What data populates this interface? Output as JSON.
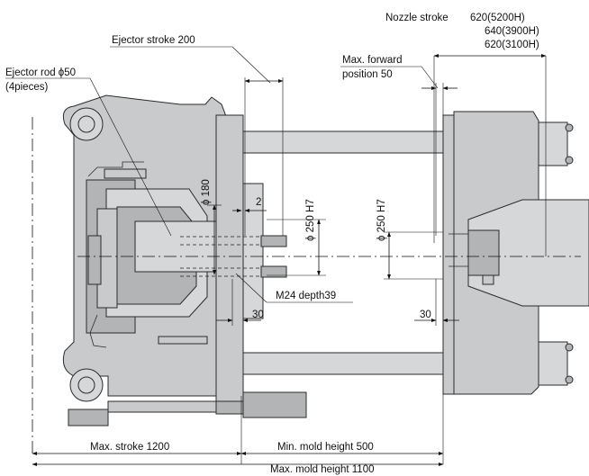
{
  "annotations": {
    "nozzle_stroke_label": "Nozzle stroke",
    "nozzle_stroke_values": [
      "620(5200H)",
      "640(3900H)",
      "620(3100H)"
    ],
    "ejector_stroke": "Ejector stroke 200",
    "ejector_rod_line1": "Ejector rod ϕ50",
    "ejector_rod_line2": "(4pieces)",
    "max_forward_line1": "Max. forward",
    "max_forward_line2": "position 50",
    "dia_180": "ϕ 180",
    "dim_2": "2",
    "dia_250_left": "ϕ 250 H7",
    "dia_250_right": "ϕ 250 H7",
    "m24": "M24 depth39",
    "dim_30_left": "30",
    "dim_30_right": "30",
    "max_stroke": "Max. stroke  1200",
    "min_mold": "Min. mold height  500",
    "max_mold": "Max. mold height 1100"
  }
}
